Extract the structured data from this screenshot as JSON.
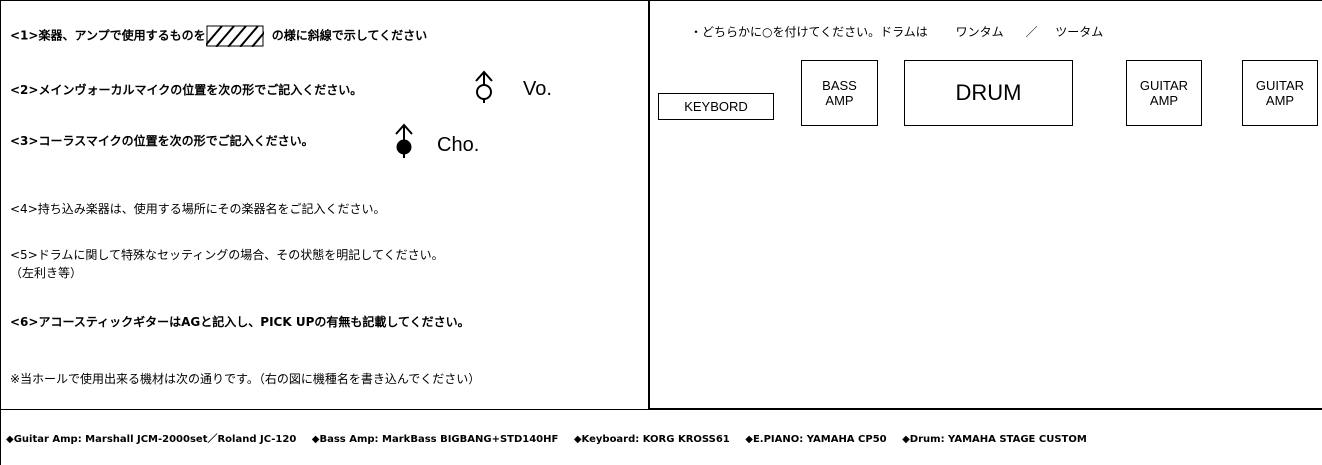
{
  "instructions": {
    "i1_prefix": "<1>楽器、アンプで使用するものを",
    "i1_suffix": " の様に斜線で示してください",
    "i2": "<2>メインヴォーカルマイクの位置を次の形でご記入ください。",
    "i2_label": "Vo.",
    "i3": "<3>コーラスマイクの位置を次の形でご記入ください。",
    "i3_label": "Cho.",
    "i4": "<4>持ち込み楽器は、使用する場所にその楽器名をご記入ください。",
    "i5_line1": "<5>ドラムに関して特殊なセッティングの場合、その状態を明記してください。",
    "i5_line2": "（左利き等）",
    "i6": "<6>アコースティックギターはAGと記入し、PICK UPの有無も記載してください。",
    "note": "※当ホールで使用出来る機材は次の通りです。（右の図に機種名を書き込んでください）"
  },
  "stage": {
    "drum_note_prefix": "・どちらかに○を付けてください。ドラムは",
    "drum_option_1": "ワンタム",
    "drum_separator": "／",
    "drum_option_2": "ツータム",
    "equipment": [
      {
        "line1": "KEYBORD",
        "line2": ""
      },
      {
        "line1": "BASS",
        "line2": "AMP"
      },
      {
        "line1": "DRUM",
        "line2": ""
      },
      {
        "line1": "GUITAR",
        "line2": "AMP"
      },
      {
        "line1": "GUITAR",
        "line2": "AMP"
      }
    ]
  },
  "footer": {
    "guitar_amp": "◆Guitar Amp:  Marshall JCM-2000set／Roland JC-120",
    "bass_amp": "◆Bass Amp: MarkBass BIGBANG+STD140HF",
    "keyboard": "◆Keyboard: KORG KROSS61",
    "epiano": "◆E.PIANO: YAMAHA CP50",
    "drum": "◆Drum: YAMAHA STAGE CUSTOM"
  }
}
